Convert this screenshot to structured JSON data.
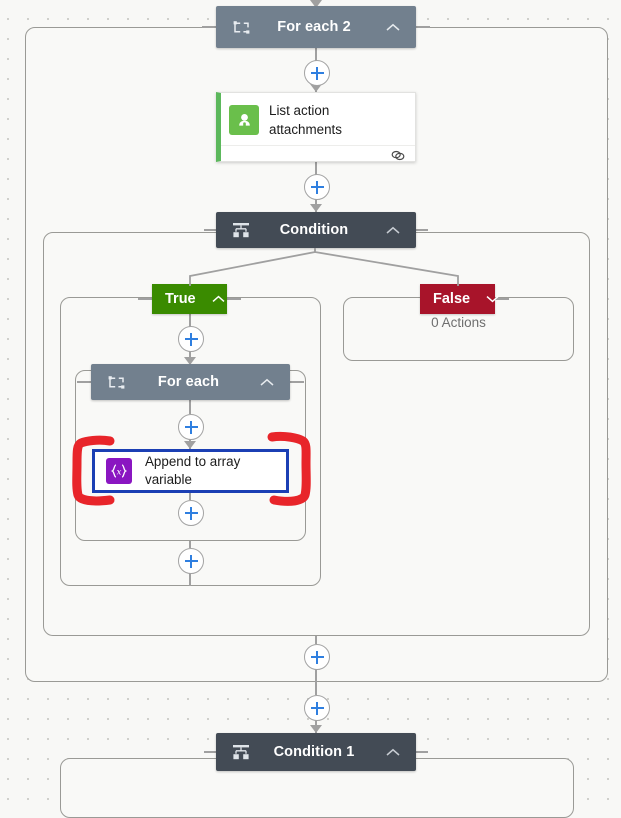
{
  "app": {
    "type": "flow-designer-canvas",
    "background_color": "#f8f8f6",
    "grid": "dot-grid"
  },
  "colors": {
    "loop_header": "#72808e",
    "condition_header": "#434b55",
    "true_branch": "#3a8b00",
    "false_branch": "#a8142a",
    "connector_green": "#5cb85c",
    "icon_green": "#6abf4b",
    "icon_purple": "#8a16c1",
    "highlight_border": "#1b3fb4",
    "annotation_red": "#e8252a",
    "plus_blue": "#2f7fe0",
    "scope_border": "#9a9a96"
  },
  "nodes": {
    "foreach2": {
      "title": "For each 2",
      "icon": "loop-icon",
      "chevron": "chevron-up-icon"
    },
    "list_action_attachments": {
      "title": "List action attachments",
      "icon": "planner-person-icon",
      "footer_icon": "comments-icon"
    },
    "condition": {
      "title": "Condition",
      "icon": "condition-branch-icon",
      "chevron": "chevron-up-icon"
    },
    "branch_true": {
      "label": "True",
      "chevron": "chevron-up-icon"
    },
    "branch_false": {
      "label": "False",
      "chevron": "chevron-down-icon",
      "empty_text": "0 Actions"
    },
    "foreach1": {
      "title": "For each",
      "icon": "loop-icon",
      "chevron": "chevron-up-icon"
    },
    "append_to_array_variable": {
      "title": "Append to array variable",
      "icon": "variable-braces-icon",
      "highlighted": true
    },
    "condition1": {
      "title": "Condition 1",
      "icon": "condition-branch-icon",
      "chevron": "chevron-up-icon"
    }
  },
  "annotation": {
    "shape": "red-brackets",
    "target": "Append to array variable"
  },
  "add_buttons": {
    "label": "+",
    "name": "insert-step-button"
  }
}
